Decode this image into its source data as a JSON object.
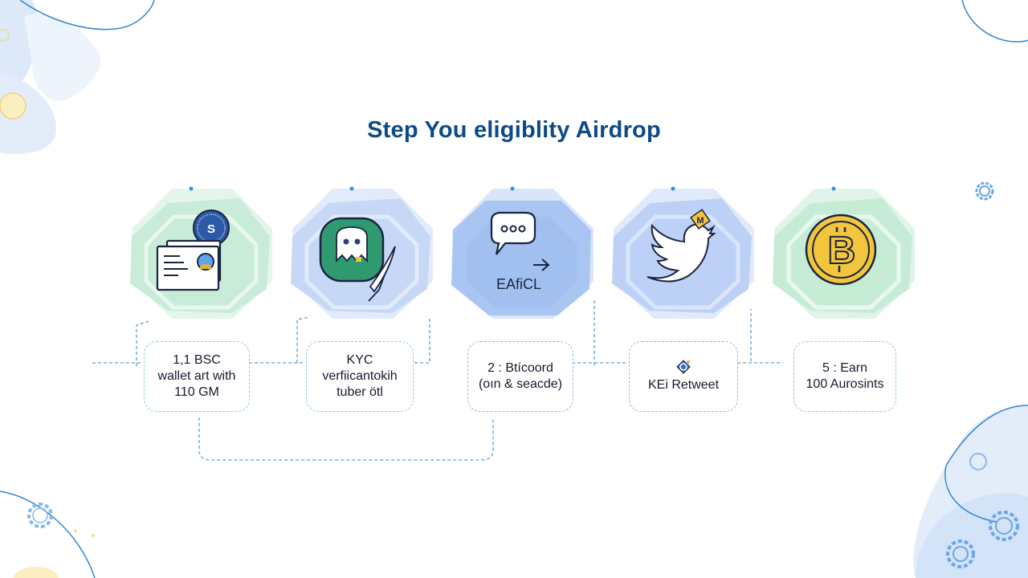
{
  "title": "Step You eligiblity Airdrop",
  "colors": {
    "title": "#0d4a86",
    "green_tile": "#cdeedd",
    "blue_tile": "#c3d6f6",
    "blue_tile_strong": "#9dbcef",
    "connector": "#5b9fd6",
    "coin": "#f2c53d"
  },
  "steps": [
    {
      "id": 1,
      "icon": "id-card-with-badge-icon",
      "tile_color": "green",
      "label_lines": [
        "1,1 BSC",
        "wallet art with",
        "110 GM"
      ]
    },
    {
      "id": 2,
      "icon": "discord-ghost-icon",
      "tile_color": "blue",
      "label_lines": [
        "KYC",
        "verfiicantokih",
        "tuber ötl"
      ]
    },
    {
      "id": 3,
      "icon": "chat-bubble-icon",
      "icon_caption": "EAfiCL",
      "tile_color": "blue",
      "label_lines": [
        "2 : Btícoord",
        "(oın & seacde)"
      ]
    },
    {
      "id": 4,
      "icon": "twitter-bird-icon",
      "tile_color": "blue",
      "label_prefix_icon": "gear-badge-icon",
      "label_lines": [
        "KEi Retweet"
      ]
    },
    {
      "id": 5,
      "icon": "bitcoin-coin-icon",
      "tile_color": "green",
      "label_lines": [
        "5 : Earn",
        "100 Aurosints"
      ]
    }
  ]
}
